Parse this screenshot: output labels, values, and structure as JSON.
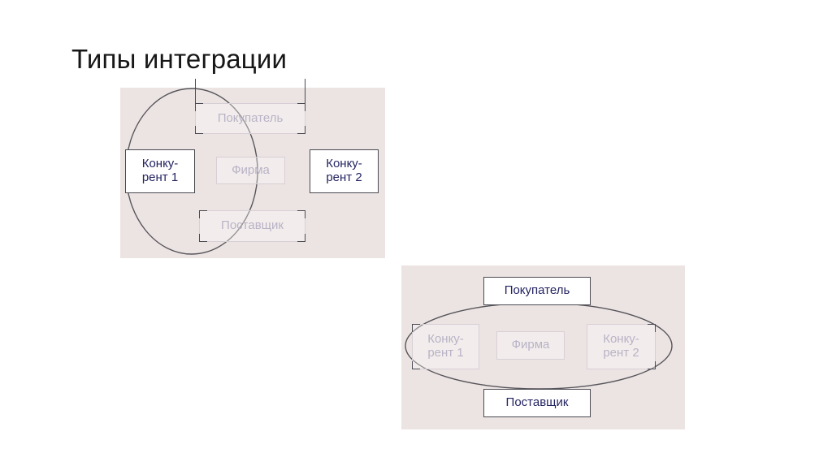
{
  "slide": {
    "title": "Типы интеграции",
    "background_color": "#ffffff",
    "panel_color": "#ece4e2",
    "strong_text_color": "#242463",
    "faded_text_color": "#b9b2c6",
    "outline_color": "#4a4a52"
  },
  "diagrams": [
    {
      "id": "vertical-integration",
      "ellipse_orientation": "vertical",
      "nodes": {
        "top": "Покупатель",
        "center": "Фирма",
        "bottom": "Поставщик",
        "left": "Конку-\nрент 1",
        "right": "Конку-\nрент 2"
      },
      "inside_ellipse": [
        "top",
        "center",
        "bottom"
      ],
      "outside_ellipse": [
        "left",
        "right"
      ]
    },
    {
      "id": "horizontal-integration",
      "ellipse_orientation": "horizontal",
      "nodes": {
        "top": "Покупатель",
        "center": "Фирма",
        "bottom": "Поставщик",
        "left": "Конку-\nрент 1",
        "right": "Конку-\nрент 2"
      },
      "inside_ellipse": [
        "left",
        "center",
        "right"
      ],
      "outside_ellipse": [
        "top",
        "bottom"
      ]
    }
  ]
}
